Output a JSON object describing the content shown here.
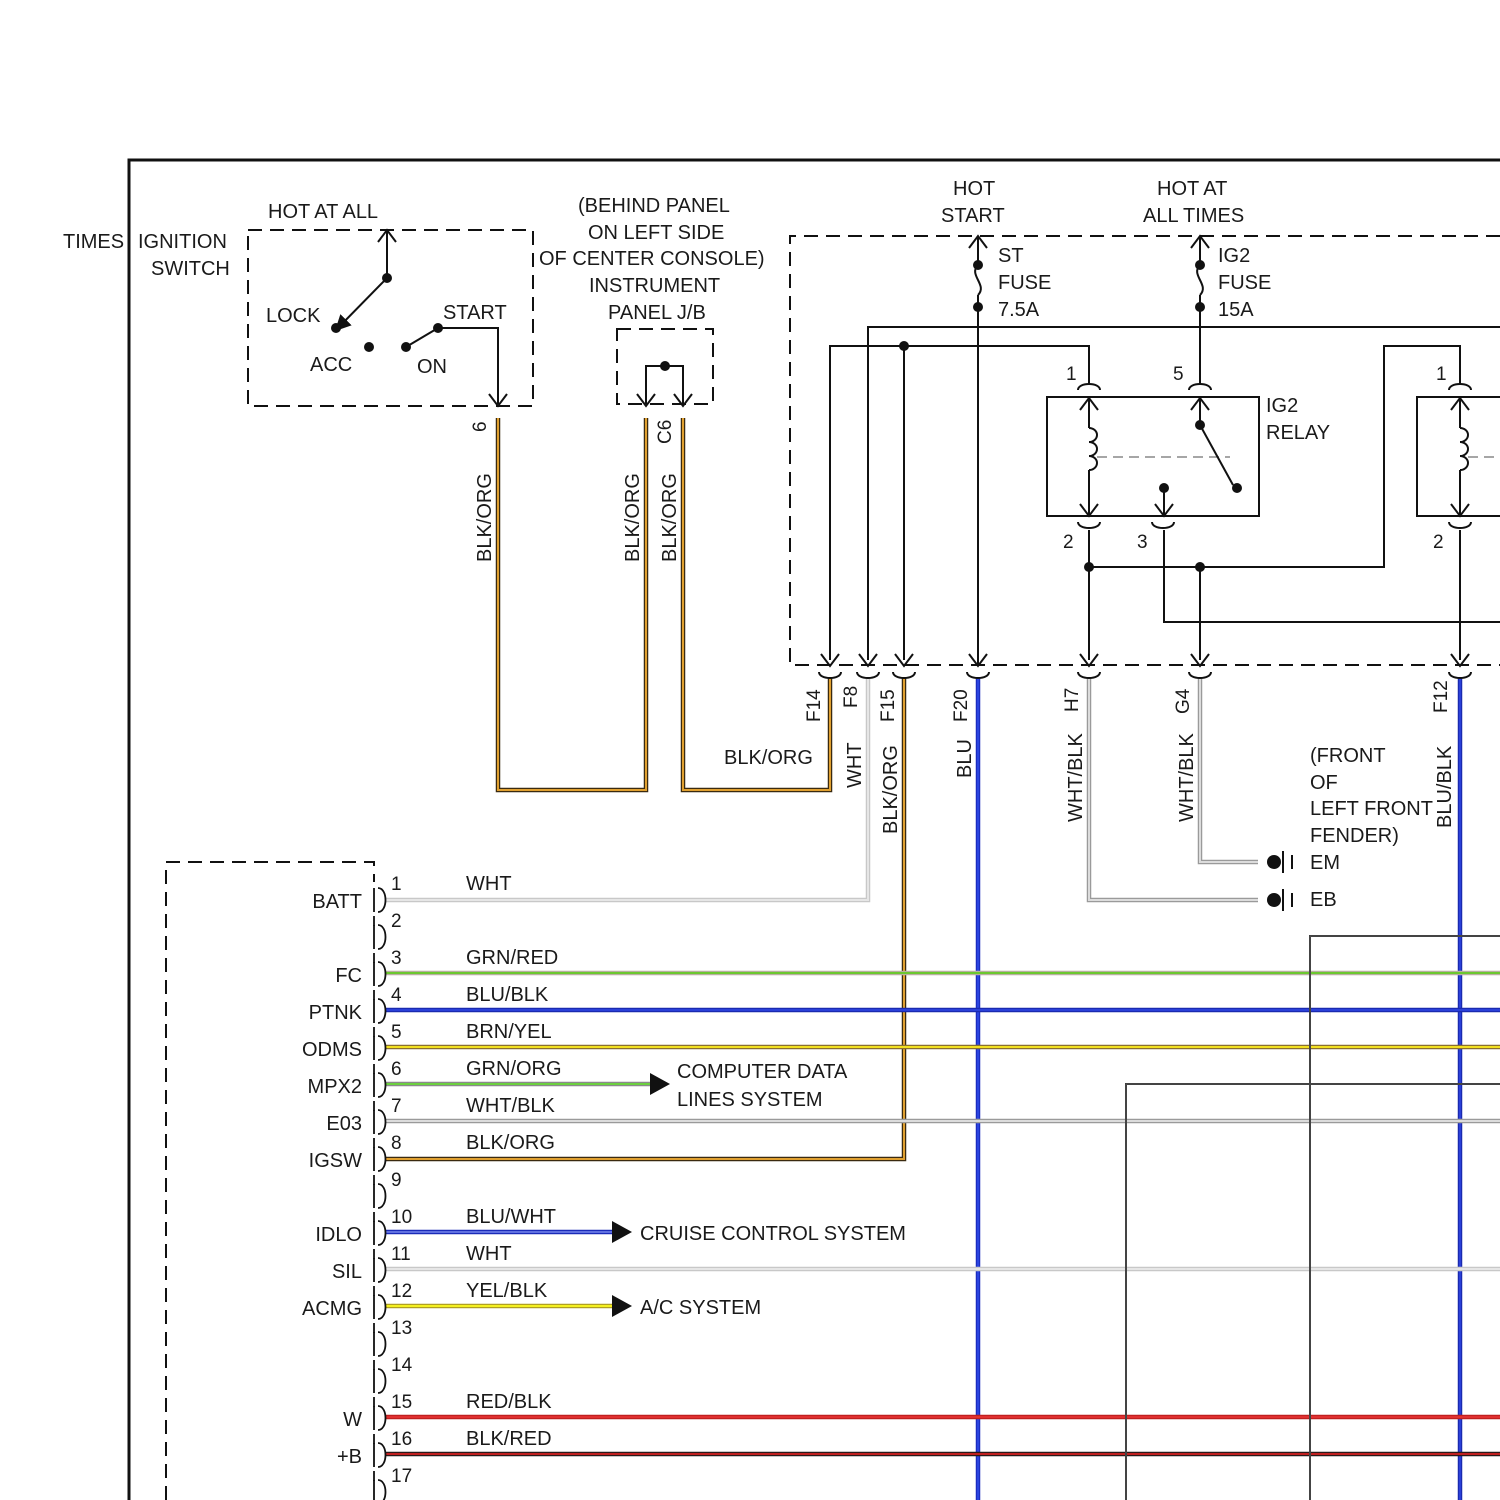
{
  "colors": {
    "BLK/ORG": [
      "#3a2a10",
      "#e0a030"
    ],
    "WHT": [
      "#c8c8c8",
      "#e6e6e6"
    ],
    "BLU": [
      "#1a2cc0",
      "#2a44e0"
    ],
    "WHT/BLK": [
      "#9a9a9a",
      "#dcdcdc"
    ],
    "BLU/BLK": [
      "#1a2ab0",
      "#2a40d8"
    ],
    "GRN/RED": [
      "#b8b0a0",
      "#6cc830"
    ],
    "BRN/YEL": [
      "#8a7030",
      "#f2e020"
    ],
    "GRN/ORG": [
      "#8a8a8a",
      "#6cd040"
    ],
    "BLU/WHT": [
      "#1a2ab8",
      "#6070e0"
    ],
    "YEL/BLK": [
      "#b0a020",
      "#f4f020"
    ],
    "RED/BLK": [
      "#c02020",
      "#e03030"
    ],
    "BLK/RED": [
      "#2a1a1a",
      "#c02020"
    ],
    "DARK": [
      "#333333",
      "#555555"
    ]
  },
  "ignition_switch": {
    "hot_label": "HOT AT ALL",
    "times_label": "TIMES",
    "name_line1": "IGNITION",
    "name_line2": "SWITCH",
    "lock": "LOCK",
    "acc": "ACC",
    "start": "START",
    "on": "ON",
    "pin": "6"
  },
  "instrument_jb": {
    "line1": "(BEHIND PANEL",
    "line2": "ON LEFT SIDE",
    "line3": "OF CENTER CONSOLE)",
    "line4": "INSTRUMENT",
    "line5": "PANEL J/B",
    "connector": "C6"
  },
  "fuses": [
    {
      "hot1": "HOT",
      "hot2": "START",
      "name": "ST",
      "type": "FUSE",
      "rating": "7.5A"
    },
    {
      "hot1": "HOT AT",
      "hot2": "ALL TIMES",
      "name": "IG2",
      "type": "FUSE",
      "rating": "15A"
    }
  ],
  "relay": {
    "name1": "IG2",
    "name2": "RELAY",
    "pins": [
      "1",
      "5",
      "2",
      "3"
    ],
    "second_pins": [
      "1",
      "2"
    ]
  },
  "jb_pins": [
    "F14",
    "F8",
    "F15",
    "F20",
    "H7",
    "G4",
    "F12"
  ],
  "wire_labels": {
    "ign": "BLK/ORG",
    "c6a": "BLK/ORG",
    "c6b": "BLK/ORG",
    "f14": "BLK/ORG",
    "f8": "WHT",
    "f15": "BLK/ORG",
    "f20": "BLU",
    "h7": "WHT/BLK",
    "g4": "WHT/BLK",
    "f12": "BLU/BLK"
  },
  "ground": {
    "line1": "(FRONT",
    "line2": "OF",
    "line3": "LEFT FRONT",
    "line4": "FENDER)",
    "em": "EM",
    "eb": "EB"
  },
  "ecm_pins": [
    {
      "num": "1",
      "name": "BATT",
      "wire": "WHT"
    },
    {
      "num": "2",
      "name": "",
      "wire": ""
    },
    {
      "num": "3",
      "name": "FC",
      "wire": "GRN/RED"
    },
    {
      "num": "4",
      "name": "PTNK",
      "wire": "BLU/BLK"
    },
    {
      "num": "5",
      "name": "ODMS",
      "wire": "BRN/YEL"
    },
    {
      "num": "6",
      "name": "MPX2",
      "wire": "GRN/ORG"
    },
    {
      "num": "7",
      "name": "E03",
      "wire": "WHT/BLK"
    },
    {
      "num": "8",
      "name": "IGSW",
      "wire": "BLK/ORG"
    },
    {
      "num": "9",
      "name": "",
      "wire": ""
    },
    {
      "num": "10",
      "name": "IDLO",
      "wire": "BLU/WHT"
    },
    {
      "num": "11",
      "name": "SIL",
      "wire": "WHT"
    },
    {
      "num": "12",
      "name": "ACMG",
      "wire": "YEL/BLK"
    },
    {
      "num": "13",
      "name": "",
      "wire": ""
    },
    {
      "num": "14",
      "name": "",
      "wire": ""
    },
    {
      "num": "15",
      "name": "W",
      "wire": "RED/BLK"
    },
    {
      "num": "16",
      "name": "+B",
      "wire": "BLK/RED"
    },
    {
      "num": "17",
      "name": "",
      "wire": ""
    }
  ],
  "destinations": {
    "computer_data_1": "COMPUTER DATA",
    "computer_data_2": "LINES SYSTEM",
    "cruise": "CRUISE CONTROL SYSTEM",
    "ac": "A/C SYSTEM"
  }
}
